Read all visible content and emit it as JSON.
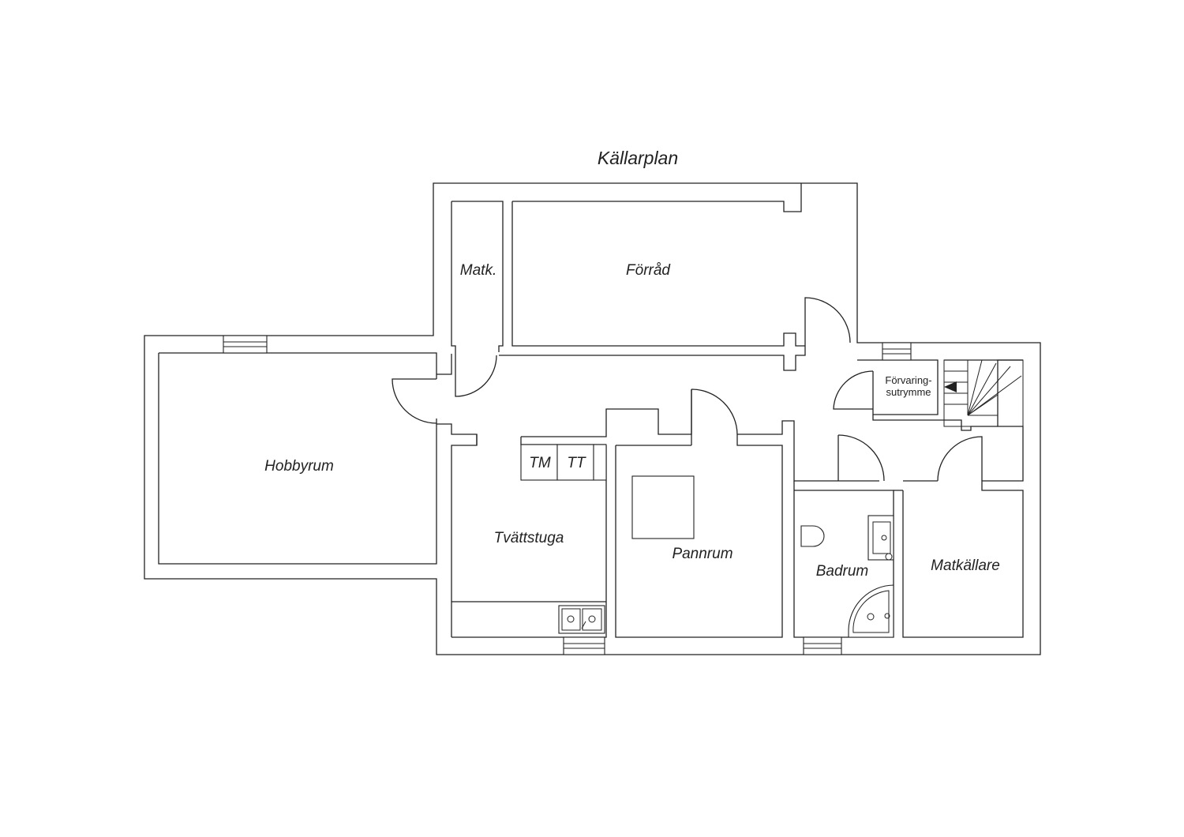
{
  "title": "Källarplan",
  "rooms": {
    "matk": "Matk.",
    "forrad": "Förråd",
    "hobbyrum": "Hobbyrum",
    "tvattstuga": "Tvättstuga",
    "tm": "TM",
    "tt": "TT",
    "pannrum": "Pannrum",
    "badrum": "Badrum",
    "matkallare": "Matkällare",
    "forvaring_line1": "Förvaring-",
    "forvaring_line2": "sutrymme"
  }
}
